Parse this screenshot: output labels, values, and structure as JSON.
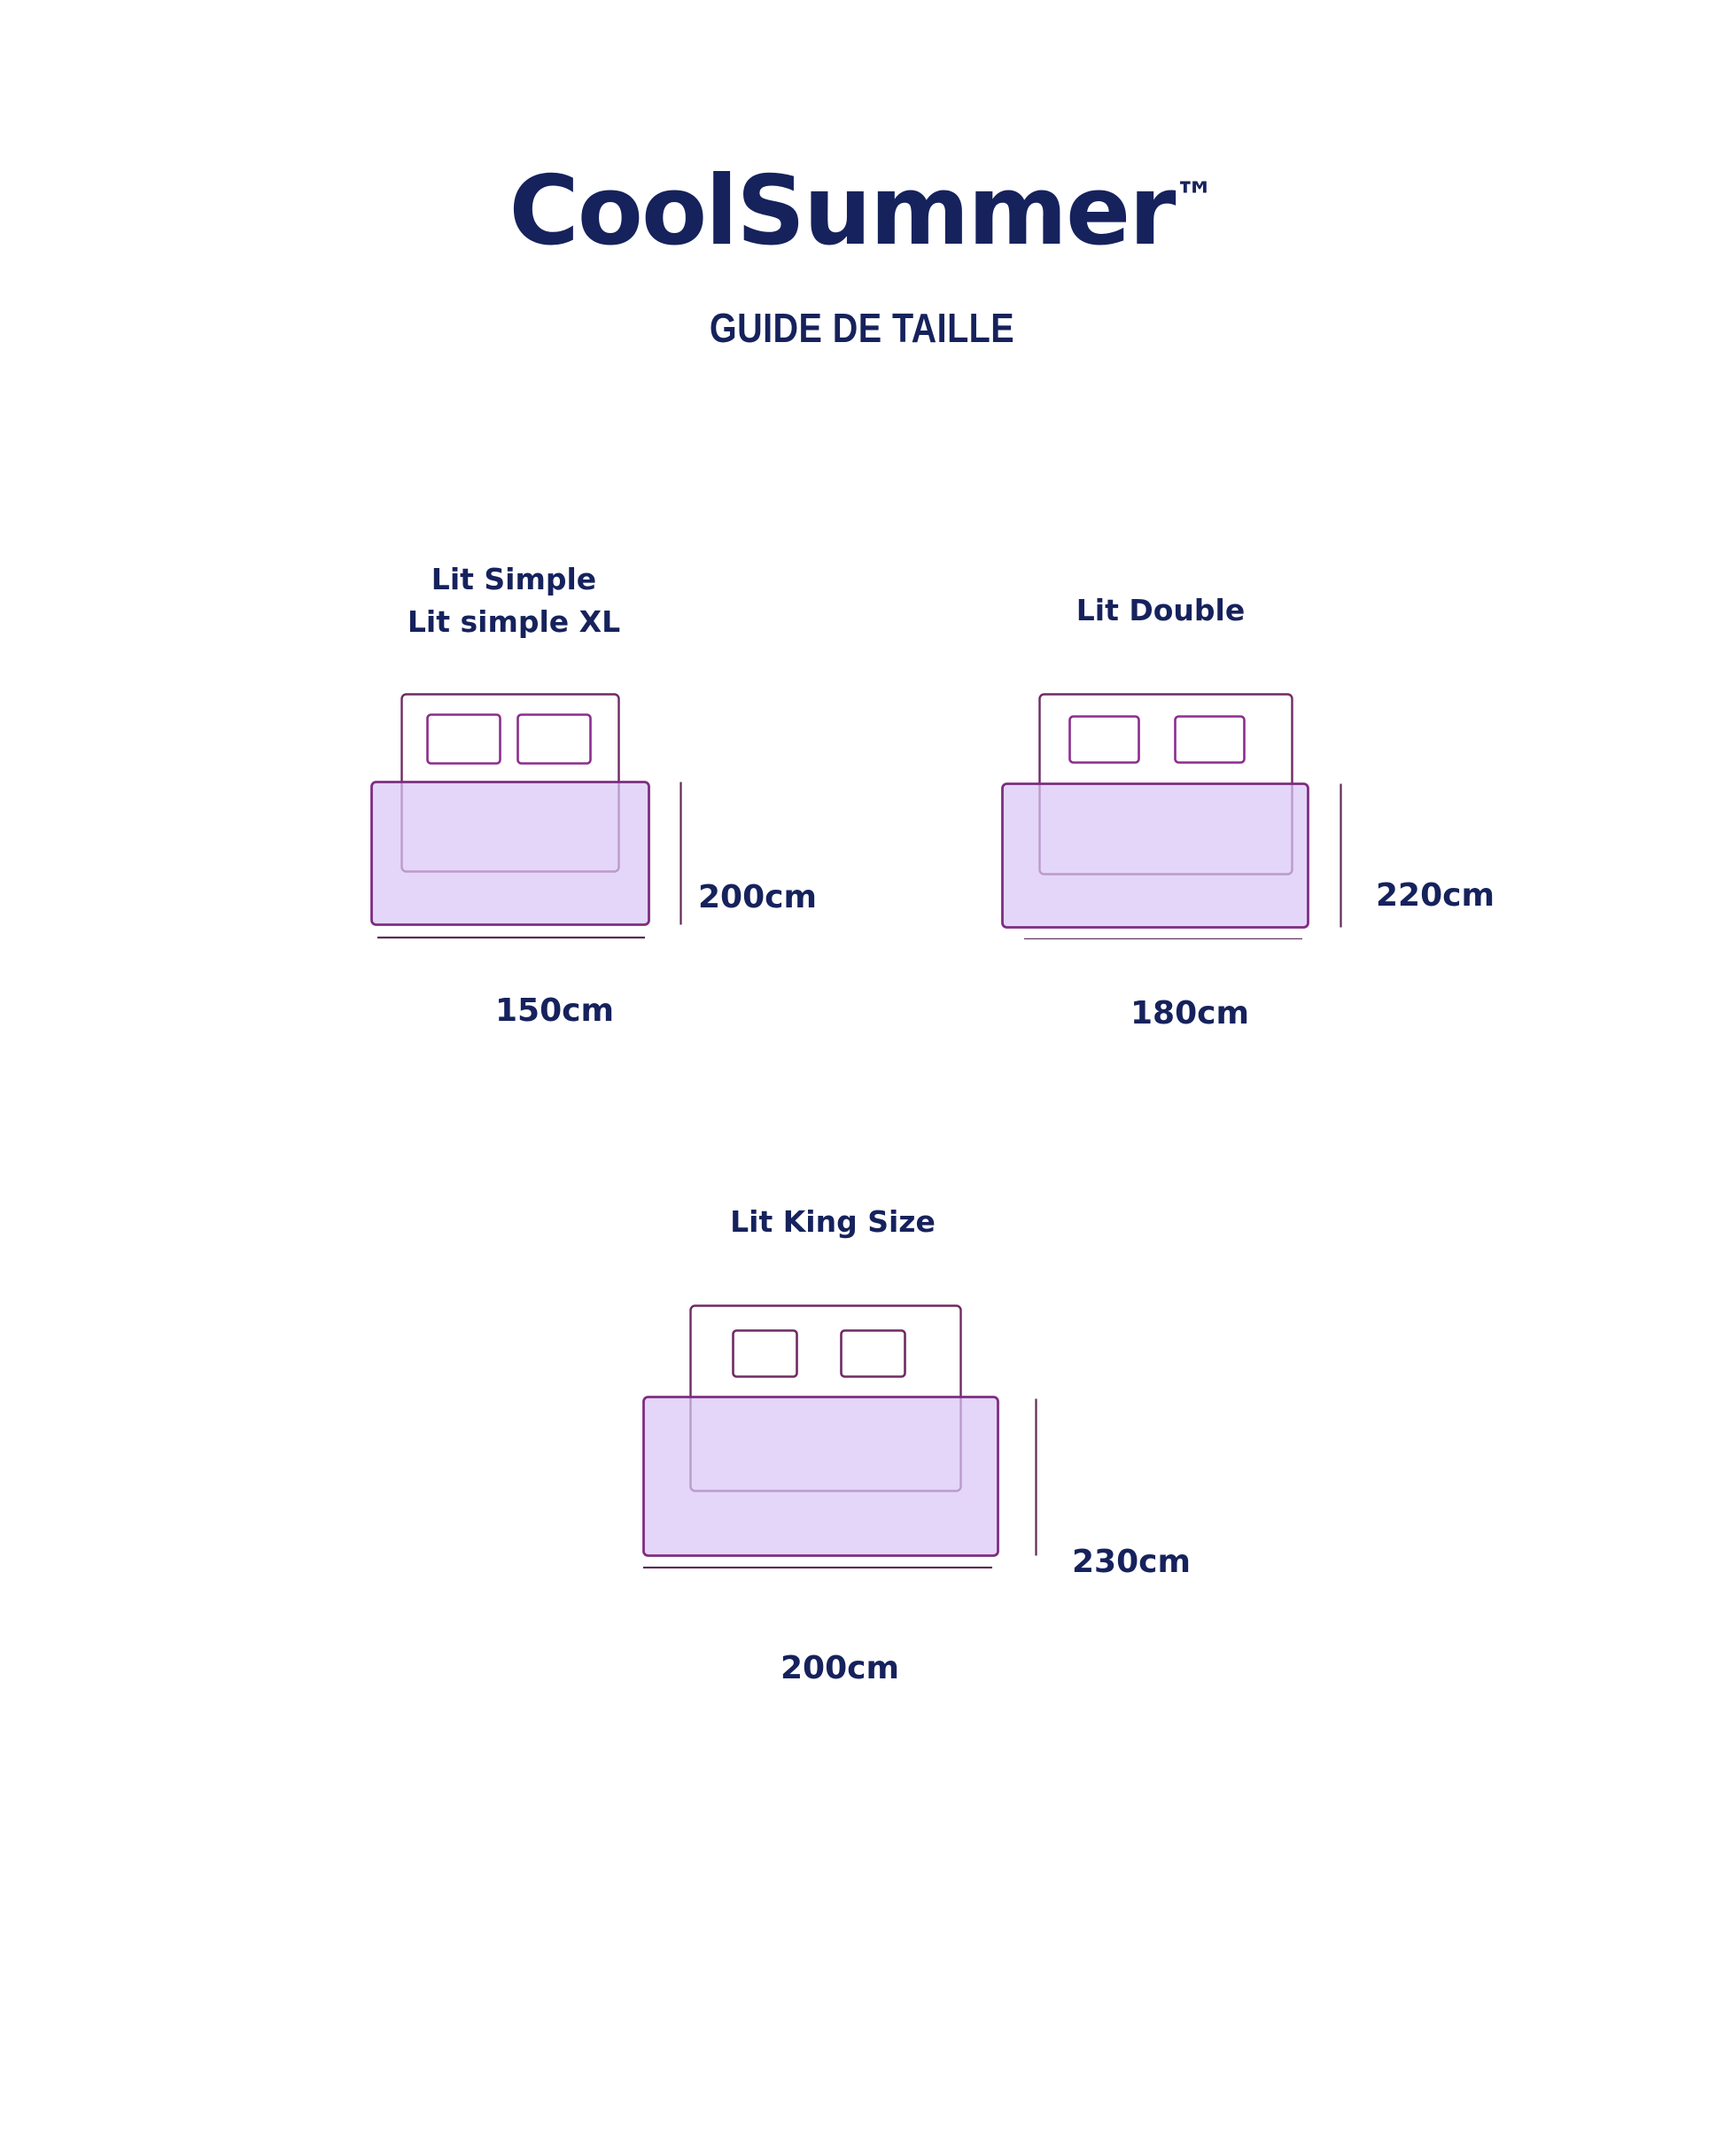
{
  "header": {
    "brand": "CoolSummer",
    "trademark": "™",
    "subtitle": "GUIDE DE TAILLE"
  },
  "colors": {
    "navy": "#16225c",
    "purple_stroke": "#7d2d82",
    "duvet_fill": "#e0d3f7",
    "mattress_stroke": "#6e2a63",
    "background": "#ffffff"
  },
  "beds": [
    {
      "id": "single",
      "label": "Lit Simple\nLit simple XL",
      "width_label": "150cm",
      "height_label": "200cm",
      "width_cm": 150,
      "height_cm": 200,
      "pillows": 2
    },
    {
      "id": "double",
      "label": "Lit Double",
      "width_label": "180cm",
      "height_label": "220cm",
      "width_cm": 180,
      "height_cm": 220,
      "pillows": 2
    },
    {
      "id": "king",
      "label": "Lit King Size",
      "width_label": "200cm",
      "height_label": "230cm",
      "width_cm": 200,
      "height_cm": 230,
      "pillows": 2
    }
  ]
}
